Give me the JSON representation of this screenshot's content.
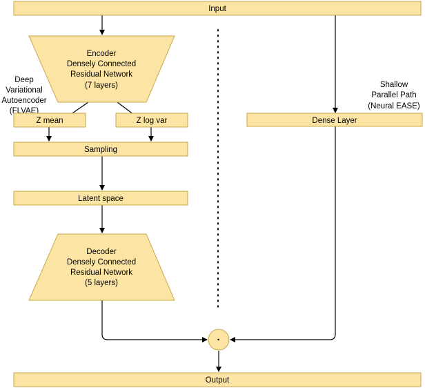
{
  "diagram": {
    "input_label": "Input",
    "output_label": "Output",
    "encoder": [
      "Encoder",
      "Densely Connected",
      "Residual Network",
      "(7 layers)"
    ],
    "decoder": [
      "Decoder",
      "Densely Connected",
      "Residual Network",
      "(5 layers)"
    ],
    "z_mean_label": "Z mean",
    "z_log_var_label": "Z log var",
    "sampling_label": "Sampling",
    "latent_label": "Latent space",
    "dense_label": "Dense Layer",
    "deep_branch_label": [
      "Deep",
      "Variational",
      "Autoencoder",
      "(FLVAE)"
    ],
    "shallow_branch_label": [
      "Shallow",
      "Parallel Path",
      "(Neural EASE)"
    ],
    "combine_symbol": "·",
    "colors": {
      "box_fill": "#fce5a4",
      "box_stroke": "#c9a84a",
      "line": "#000000"
    }
  }
}
